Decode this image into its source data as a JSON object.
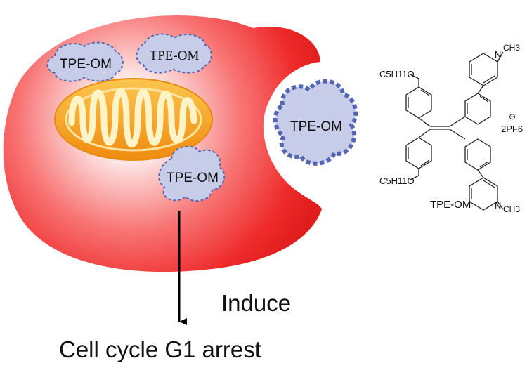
{
  "drug_labels": {
    "cloud_upper_left": "TPE-OM",
    "cloud_upper_right": "TPE-OM",
    "cloud_outside": "TPE-OM",
    "cloud_lower": "TPE-OM"
  },
  "arrow": {
    "induce_label": "Induce",
    "outcome_label": "Cell cycle G1 arrest"
  },
  "structure": {
    "name": "TPE-OM",
    "substituent_top": "C5H11O",
    "substituent_bottom": "C5H11O",
    "methyl_top": "CH3",
    "methyl_bottom": "CH3",
    "nitrogen_top": "N",
    "nitrogen_bottom": "N",
    "counter_ion": "2PF6",
    "charge_symbol": "⊖"
  },
  "colors": {
    "cell_red": "#ee2a2a",
    "mitochondrion_orange": "#f6a21a",
    "cristae_cream": "#fff3c8",
    "cloud_fill": "#c7cde9",
    "cloud_stroke": "#5466b3"
  }
}
